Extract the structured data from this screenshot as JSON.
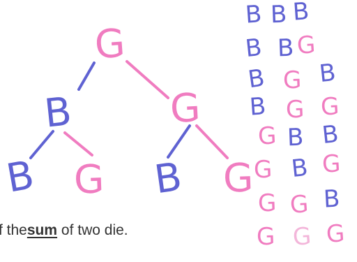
{
  "colors": {
    "boy": "#5f62d2",
    "girl": "#f07cc0",
    "girl_faint": "#f3b6da"
  },
  "tree": {
    "root": {
      "letter": "G",
      "sex": "girl"
    },
    "level2": [
      {
        "letter": "B",
        "sex": "boy"
      },
      {
        "letter": "G",
        "sex": "girl"
      }
    ],
    "level3": [
      {
        "letter": "B",
        "sex": "boy"
      },
      {
        "letter": "G",
        "sex": "girl"
      },
      {
        "letter": "B",
        "sex": "boy"
      },
      {
        "letter": "G",
        "sex": "girl"
      }
    ]
  },
  "outcomes": [
    [
      "B",
      "B",
      "B"
    ],
    [
      "B",
      "B",
      "G"
    ],
    [
      "B",
      "G",
      "B"
    ],
    [
      "B",
      "G",
      "G"
    ],
    [
      "G",
      "B",
      "B"
    ],
    [
      "G",
      "B",
      "G"
    ],
    [
      "G",
      "G",
      "B"
    ],
    [
      "G",
      "G",
      "G"
    ]
  ],
  "caption": {
    "before": "f the",
    "emph": "sum",
    "after": " of two die."
  }
}
